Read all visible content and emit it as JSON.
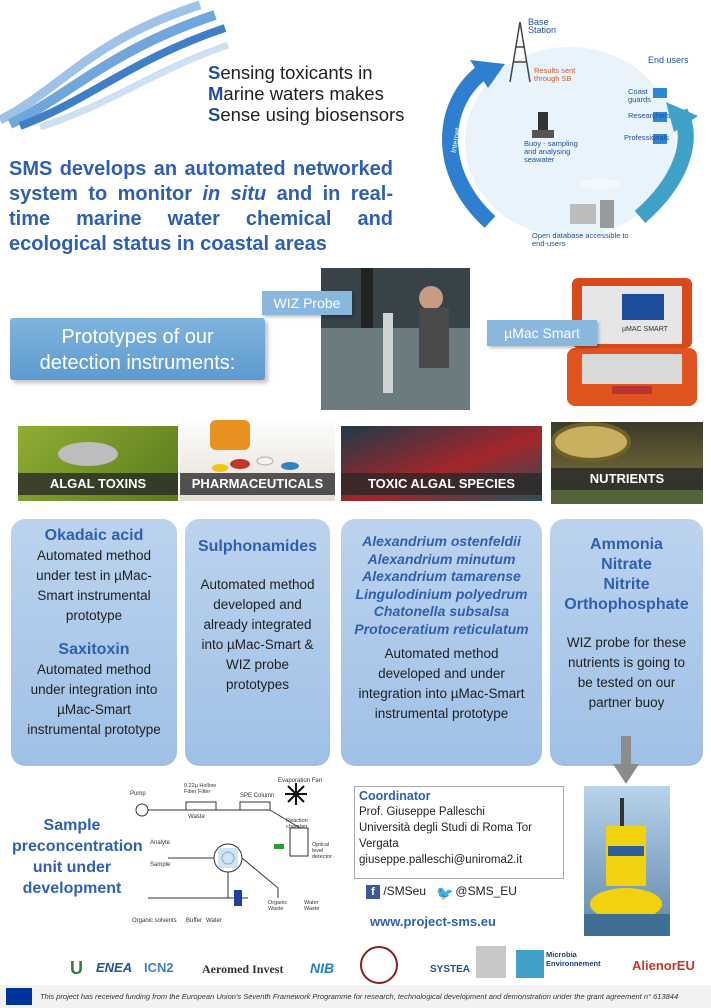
{
  "header": {
    "tagline_lines": [
      {
        "initial": "S",
        "rest": "ensing toxicants in"
      },
      {
        "initial": "M",
        "rest": "arine waters makes"
      },
      {
        "initial": "S",
        "rest": "ense using biosensors"
      }
    ],
    "intro_before": "SMS develops an automated networked system to monitor ",
    "intro_em": "in situ",
    "intro_after": " and in real-time marine water chemical and ecological status in coastal areas"
  },
  "cycle": {
    "base_station": "Base Station",
    "results_sent": "Results sent through SB",
    "end_users": "End users",
    "users": [
      "Coast guards",
      "Researchers",
      "Professionals"
    ],
    "buoy": "Buoy - sampling and analysing seawater",
    "internet": "Internet",
    "database": "Open database accessible to end-users"
  },
  "prototypes": {
    "title_line1": "Prototypes of our",
    "title_line2": "detection instruments:",
    "wiz_label": "WIZ Probe",
    "umac_label": "µMac Smart",
    "umac_device_text": "µMAC SMART"
  },
  "categories": [
    {
      "label": "ALGAL TOXINS",
      "color": "#6f8f25"
    },
    {
      "label": "PHARMACEUTICALS",
      "color": "#d9d2c8"
    },
    {
      "label": "TOXIC ALGAL SPECIES",
      "color": "#a3262a"
    },
    {
      "label": "NUTRIENTS",
      "color": "#8a7a3a"
    }
  ],
  "columns": {
    "toxins": {
      "h1": "Okadaic acid",
      "t1": "Automated method under test in µMac-Smart instrumental prototype",
      "h2": "Saxitoxin",
      "t2": "Automated method under integration into µMac-Smart instrumental prototype"
    },
    "pharma": {
      "h1": "Sulphonamides",
      "t1": "Automated method developed and already integrated into µMac-Smart & WIZ probe prototypes"
    },
    "species": {
      "list": [
        "Alexandrium ostenfeldii",
        "Alexandrium minutum",
        "Alexandrium tamarense",
        "Lingulodinium polyedrum",
        "Chatonella subsalsa",
        "Protoceratium reticulatum"
      ],
      "t1": "Automated method developed and under integration into µMac-Smart instrumental prototype"
    },
    "nutrients": {
      "list": [
        "Ammonia",
        "Nitrate",
        "Nitrite",
        "Orthophosphate"
      ],
      "t1": "WIZ probe for these nutrients is going to be tested on our partner buoy"
    }
  },
  "sample": {
    "label": "Sample preconcentration unit under development",
    "diagram": {
      "pump": "Pump",
      "filter": "0.22µ Hollow Fiber Filter",
      "spe": "SPE Column",
      "evap": "Evaporation Fan",
      "reaction": "Reaction chamber",
      "optical": "Optical level detector",
      "waste": "Waste",
      "sample": "Sample",
      "analyte": "Analyte",
      "organic_solvents": "Organic solvents",
      "buffer": "Buffer",
      "water": "Water",
      "organic_waste": "Organic Waste",
      "water_waste": "Water Waste"
    }
  },
  "coordinator": {
    "title": "Coordinator",
    "name": "Prof. Giuseppe Palleschi",
    "univ": "Università degli Studi di Roma Tor Vergata",
    "email": "giuseppe.palleschi@uniroma2.it"
  },
  "social": {
    "fb": "/SMSeu",
    "tw": "@SMS_EU",
    "web": "www.project-sms.eu"
  },
  "logos": [
    "ENEA",
    "ICN2",
    "Aeromed Invest",
    "NIB",
    "SYSTEA",
    "Microbia Environnement",
    "AlienorEU"
  ],
  "footer": "This project has received funding from the European Union's Seventh Framework Programme for research, technological development and demonstration under the grant agreement n° 613844"
}
